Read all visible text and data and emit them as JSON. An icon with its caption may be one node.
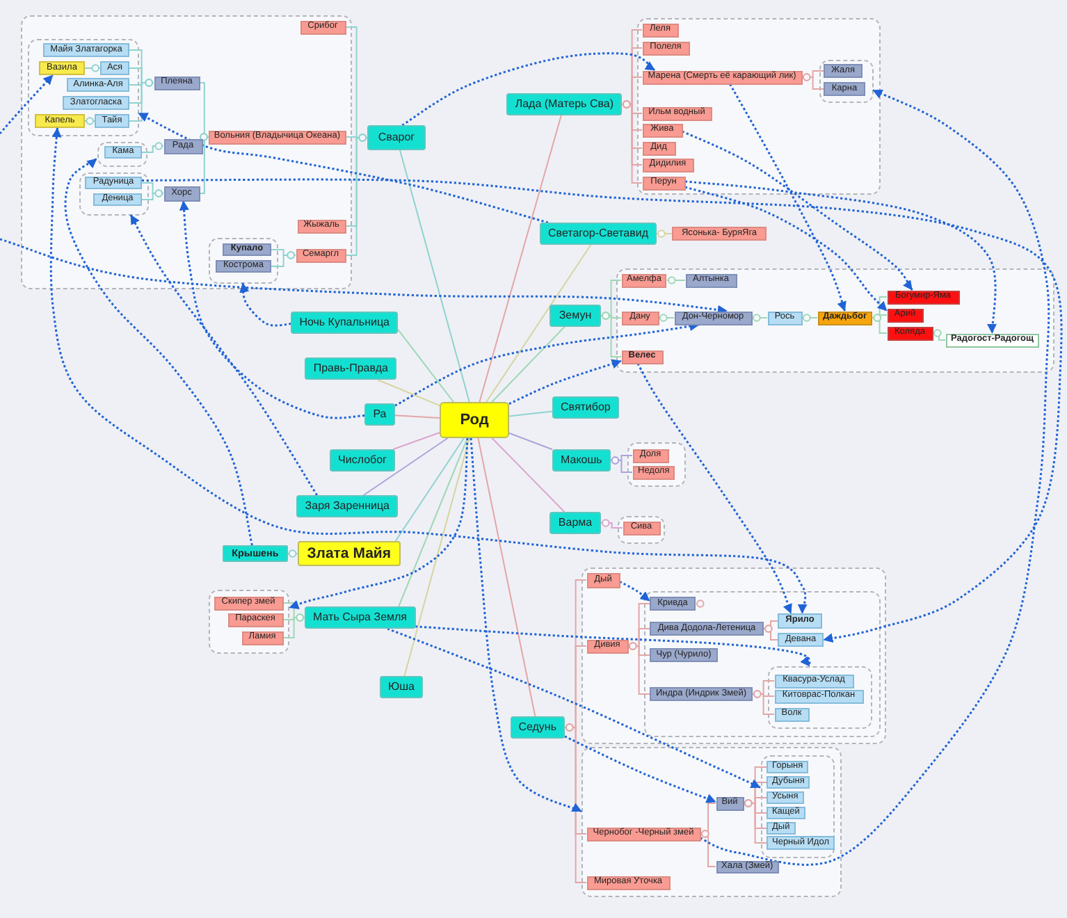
{
  "diagram": {
    "nodes": [
      {
        "text": [],
        "shape": "box"
      },
      {
        "text": [
          "Срибог"
        ],
        "in": 0
      },
      {
        "text": [],
        "shape": "box",
        "in": 0
      },
      {
        "text": [
          "Майя Златагорка"
        ],
        "in": 2
      },
      {
        "text": [
          "Вазила"
        ],
        "in": 2
      },
      {
        "text": [
          "Ася"
        ],
        "in": 2
      },
      {
        "text": [
          "Алинка-Аля"
        ],
        "in": 2
      },
      {
        "text": [
          "Плеяна"
        ],
        "in": 0
      },
      {
        "text": [
          "Златогласка"
        ],
        "in": 2
      },
      {
        "text": [
          "Капель"
        ],
        "in": 2
      },
      {
        "text": [
          "Тайя"
        ],
        "in": 2
      },
      {
        "text": [
          "Вольния (Владычица Океана)"
        ],
        "in": 0
      },
      {
        "text": [],
        "shape": "box",
        "in": 0
      },
      {
        "text": [
          "Кама"
        ],
        "in": 12
      },
      {
        "text": [
          "Рада"
        ],
        "in": 0
      },
      {
        "text": [],
        "shape": "box",
        "in": 0
      },
      {
        "text": [
          "Радуница"
        ],
        "in": 15
      },
      {
        "text": [
          "Деница"
        ],
        "in": 15
      },
      {
        "text": [
          "Хорс"
        ],
        "in": 0
      },
      {
        "text": [
          "Жыжаль"
        ],
        "in": 0
      },
      {
        "text": [],
        "shape": "box",
        "in": 0
      },
      {
        "text": [
          "Купало"
        ],
        "in": 20
      },
      {
        "text": [
          "Кострома"
        ],
        "in": 20
      },
      {
        "text": [
          "Семаргл"
        ],
        "in": 0
      },
      {
        "text": [
          "Сварог"
        ]
      },
      {
        "text": [
          "Лада (Матерь Сва)"
        ]
      },
      {
        "text": [],
        "shape": "box"
      },
      {
        "text": [
          "Леля"
        ],
        "in": 26
      },
      {
        "text": [
          "Полеля"
        ],
        "in": 26
      },
      {
        "text": [
          "Марена (Смерть её карающий лик)"
        ],
        "in": 26
      },
      {
        "text": [],
        "shape": "box",
        "in": 26
      },
      {
        "text": [
          "Жаля"
        ],
        "in": 30
      },
      {
        "text": [
          "Карна"
        ],
        "in": 30
      },
      {
        "text": [
          "Ильм водный"
        ],
        "in": 26
      },
      {
        "text": [
          "Жива"
        ],
        "in": 26
      },
      {
        "text": [
          "Дид"
        ],
        "in": 26
      },
      {
        "text": [
          "Дидилия"
        ],
        "in": 26
      },
      {
        "text": [
          "Перун"
        ],
        "in": 26
      },
      {
        "text": [
          "Светагор-Светавид"
        ]
      },
      {
        "text": [
          "Ясонька- БуряЯга"
        ]
      },
      {
        "text": [],
        "shape": "box"
      },
      {
        "text": [
          "Амелфа"
        ],
        "in": 40
      },
      {
        "text": [
          "Алтынка"
        ],
        "in": 40
      },
      {
        "text": [
          "Богумир-Яма"
        ],
        "in": 40
      },
      {
        "text": [
          "Земун"
        ]
      },
      {
        "text": [
          "Дану"
        ],
        "in": 40
      },
      {
        "text": [
          "Дон-Черномор"
        ],
        "in": 40
      },
      {
        "text": [
          "Рось"
        ],
        "in": 40
      },
      {
        "text": [
          "Даждьбог"
        ],
        "in": 40
      },
      {
        "text": [
          "Арий"
        ],
        "in": 40
      },
      {
        "text": [
          "Коляда"
        ],
        "in": 40
      },
      {
        "text": [
          "Радогост-Радогощ"
        ],
        "in": 40
      },
      {
        "text": [
          "Велес"
        ],
        "in": 40
      },
      {
        "text": [
          "Ночь Купальница"
        ]
      },
      {
        "text": [
          "Правь-Правда"
        ]
      },
      {
        "text": [
          "Ра"
        ]
      },
      {
        "text": [
          "Род"
        ]
      },
      {
        "text": [
          "Святибор"
        ]
      },
      {
        "text": [
          "Числобог"
        ]
      },
      {
        "text": [
          "Макошь"
        ]
      },
      {
        "text": [],
        "shape": "box"
      },
      {
        "text": [
          "Доля"
        ],
        "in": 60
      },
      {
        "text": [
          "Недоля"
        ],
        "in": 60
      },
      {
        "text": [
          "Заря Заренница"
        ]
      },
      {
        "text": [
          "Варма"
        ]
      },
      {
        "text": [],
        "shape": "box"
      },
      {
        "text": [
          "Сива"
        ],
        "in": 65
      },
      {
        "text": [
          "Крышень"
        ]
      },
      {
        "text": [
          "Злата Майя"
        ]
      },
      {
        "text": [],
        "shape": "box"
      },
      {
        "text": [
          "Дый"
        ],
        "in": 69
      },
      {
        "text": [],
        "shape": "box",
        "in": 69
      },
      {
        "text": [
          "Кривда"
        ],
        "in": 71
      },
      {
        "text": [
          "Ярило"
        ],
        "in": 71
      },
      {
        "text": [
          "Дива Додола-Летеница"
        ],
        "in": 71
      },
      {
        "text": [
          "Девана"
        ],
        "in": 71
      },
      {
        "text": [
          "Дивия"
        ],
        "in": 69
      },
      {
        "text": [
          "Чур (Чурило)"
        ],
        "in": 71
      },
      {
        "text": [
          "Индра (Индрик Змей)"
        ],
        "in": 71
      },
      {
        "text": [],
        "shape": "box",
        "in": 71
      },
      {
        "text": [
          "Квасура-Услад"
        ],
        "in": 79
      },
      {
        "text": [
          "Китоврас-Полкан"
        ],
        "in": 79
      },
      {
        "text": [
          "Волк"
        ],
        "in": 79
      },
      {
        "text": [],
        "shape": "box"
      },
      {
        "text": [
          "Скипер змей"
        ],
        "in": 83
      },
      {
        "text": [
          "Параскея"
        ],
        "in": 83
      },
      {
        "text": [
          "Ламия"
        ],
        "in": 83
      },
      {
        "text": [
          "Мать Сыра Земля"
        ]
      },
      {
        "text": [
          "Юша"
        ]
      },
      {
        "text": [
          "Седунь"
        ]
      },
      {
        "text": [],
        "shape": "box"
      },
      {
        "text": [],
        "shape": "box",
        "in": 90
      },
      {
        "text": [
          "Горыня"
        ],
        "in": 91
      },
      {
        "text": [
          "Дубыня"
        ],
        "in": 91
      },
      {
        "text": [
          "Вий"
        ],
        "in": 90
      },
      {
        "text": [
          "Усыня"
        ],
        "in": 91
      },
      {
        "text": [
          "Кащей"
        ],
        "in": 91
      },
      {
        "text": [
          "Дый"
        ],
        "in": 91
      },
      {
        "text": [
          "Черный Идол"
        ],
        "in": 91
      },
      {
        "text": [
          "Чернобог -Черный змей"
        ],
        "in": 90
      },
      {
        "text": [
          "Хала (Змей)"
        ],
        "in": 90
      },
      {
        "text": [
          "Мировая Уточка"
        ],
        "in": 90
      }
    ],
    "edges": [
      {
        "from": 56,
        "to": 24,
        "arrow": "none",
        "color": "#8fd3d0"
      },
      {
        "from": 56,
        "to": 25,
        "arrow": "none"
      },
      {
        "from": 56,
        "to": 38,
        "arrow": "none",
        "color": "#d6d4a0"
      },
      {
        "from": 56,
        "to": 44,
        "arrow": "none",
        "color": "#9fd8b6"
      },
      {
        "from": 56,
        "to": 57,
        "arrow": "none",
        "color": "#8fd3d0"
      },
      {
        "from": 56,
        "to": 59,
        "arrow": "none",
        "color": "#aaa5da"
      },
      {
        "from": 56,
        "to": 64,
        "arrow": "none",
        "color": "#dca4d0"
      },
      {
        "from": 56,
        "to": 53,
        "arrow": "none",
        "color": "#9fd8b6"
      },
      {
        "from": 56,
        "to": 54,
        "arrow": "none",
        "color": "#d6d4a0"
      },
      {
        "from": 56,
        "to": 55,
        "arrow": "none"
      },
      {
        "from": 56,
        "to": 58,
        "arrow": "none",
        "color": "#dca4d0"
      },
      {
        "from": 56,
        "to": 63,
        "arrow": "none",
        "color": "#aaa5da"
      },
      {
        "from": 56,
        "to": 68,
        "arrow": "none",
        "color": "#8fd3d0"
      },
      {
        "from": 56,
        "to": 87,
        "arrow": "none",
        "color": "#9fd8b6"
      },
      {
        "from": 56,
        "to": 88,
        "arrow": "none",
        "color": "#d6d4a0"
      },
      {
        "from": 56,
        "to": 89,
        "arrow": "none"
      },
      {
        "from": 24,
        "to": 1,
        "arrow": "other",
        "color": "#8fd3d0"
      },
      {
        "from": 24,
        "to": 11,
        "arrow": "other",
        "color": "#8fd3d0"
      },
      {
        "from": 24,
        "to": 19,
        "arrow": "other",
        "color": "#8fd3d0"
      },
      {
        "from": 24,
        "to": 23,
        "arrow": "other",
        "color": "#8fd3d0"
      },
      {
        "from": 11,
        "to": 7,
        "arrow": "other",
        "color": "#8fd3d0"
      },
      {
        "from": 11,
        "to": 14,
        "arrow": "other",
        "color": "#8fd3d0"
      },
      {
        "from": 11,
        "to": 18,
        "arrow": "other",
        "color": "#8fd3d0"
      },
      {
        "from": 7,
        "to": 3,
        "arrow": "other",
        "color": "#8fd3d0"
      },
      {
        "from": 7,
        "to": 5,
        "arrow": "other",
        "color": "#8fd3d0"
      },
      {
        "from": 7,
        "to": 6,
        "arrow": "other",
        "color": "#8fd3d0"
      },
      {
        "from": 7,
        "to": 8,
        "arrow": "other",
        "color": "#8fd3d0"
      },
      {
        "from": 7,
        "to": 10,
        "arrow": "other",
        "color": "#8fd3d0"
      },
      {
        "from": 5,
        "to": 4,
        "arrow": "other",
        "color": "#8fd3d0"
      },
      {
        "from": 10,
        "to": 9,
        "arrow": "other",
        "color": "#8fd3d0"
      },
      {
        "from": 14,
        "to": 13,
        "arrow": "other",
        "color": "#8fd3d0"
      },
      {
        "from": 18,
        "to": 16,
        "arrow": "other",
        "color": "#8fd3d0"
      },
      {
        "from": 18,
        "to": 17,
        "arrow": "other",
        "color": "#8fd3d0"
      },
      {
        "from": 23,
        "to": 21,
        "arrow": "other",
        "color": "#8fd3d0"
      },
      {
        "from": 23,
        "to": 22,
        "arrow": "other",
        "color": "#8fd3d0"
      },
      {
        "from": 25,
        "to": 27,
        "arrow": "other"
      },
      {
        "from": 25,
        "to": 28,
        "arrow": "other"
      },
      {
        "from": 25,
        "to": 29,
        "arrow": "other"
      },
      {
        "from": 25,
        "to": 33,
        "arrow": "other"
      },
      {
        "from": 25,
        "to": 34,
        "arrow": "other"
      },
      {
        "from": 25,
        "to": 35,
        "arrow": "other"
      },
      {
        "from": 25,
        "to": 36,
        "arrow": "other"
      },
      {
        "from": 25,
        "to": 37,
        "arrow": "other"
      },
      {
        "from": 29,
        "to": 31,
        "arrow": "other"
      },
      {
        "from": 29,
        "to": 32,
        "arrow": "other"
      },
      {
        "from": 38,
        "to": 39,
        "arrow": "other",
        "color": "#d6d4a0"
      },
      {
        "from": 44,
        "to": 41,
        "arrow": "other",
        "color": "#9fd8b6"
      },
      {
        "from": 44,
        "to": 45,
        "arrow": "other",
        "color": "#9fd8b6"
      },
      {
        "from": 44,
        "to": 52,
        "arrow": "other",
        "color": "#9fd8b6"
      },
      {
        "from": 41,
        "to": 42,
        "arrow": "other",
        "color": "#9fd8b6"
      },
      {
        "from": 45,
        "to": 46,
        "arrow": "other",
        "color": "#9fd8b6"
      },
      {
        "from": 46,
        "to": 47,
        "arrow": "other",
        "color": "#9fd8b6"
      },
      {
        "from": 47,
        "to": 48,
        "arrow": "other",
        "color": "#9fd8b6"
      },
      {
        "from": 48,
        "to": 43,
        "arrow": "other",
        "color": "#9fd8b6"
      },
      {
        "from": 48,
        "to": 49,
        "arrow": "other",
        "color": "#9fd8b6"
      },
      {
        "from": 48,
        "to": 50,
        "arrow": "other",
        "color": "#9fd8b6"
      },
      {
        "from": 50,
        "to": 51,
        "arrow": "other",
        "color": "#9fd8b6"
      },
      {
        "from": 59,
        "to": 61,
        "arrow": "other",
        "color": "#aaa5da"
      },
      {
        "from": 59,
        "to": 62,
        "arrow": "other",
        "color": "#aaa5da"
      },
      {
        "from": 64,
        "to": 66,
        "arrow": "other",
        "color": "#dca4d0"
      },
      {
        "from": 68,
        "to": 67,
        "arrow": "other",
        "color": "#8fd3d0"
      },
      {
        "from": 87,
        "to": 84,
        "arrow": "other",
        "color": "#9fd8b6"
      },
      {
        "from": 87,
        "to": 85,
        "arrow": "other",
        "color": "#9fd8b6"
      },
      {
        "from": 87,
        "to": 86,
        "arrow": "other",
        "color": "#9fd8b6"
      },
      {
        "from": 89,
        "to": 70,
        "arrow": "other"
      },
      {
        "from": 89,
        "to": 76,
        "arrow": "other"
      },
      {
        "from": 89,
        "to": 99,
        "arrow": "other"
      },
      {
        "from": 89,
        "to": 101,
        "arrow": "other"
      },
      {
        "from": 76,
        "to": 72,
        "arrow": "other"
      },
      {
        "from": 76,
        "to": 74,
        "arrow": "other"
      },
      {
        "from": 76,
        "to": 77,
        "arrow": "other"
      },
      {
        "from": 76,
        "to": 78,
        "arrow": "other"
      },
      {
        "from": 74,
        "to": 73,
        "arrow": "other"
      },
      {
        "from": 74,
        "to": 75,
        "arrow": "other"
      },
      {
        "from": 78,
        "to": 80,
        "arrow": "other"
      },
      {
        "from": 78,
        "to": 81,
        "arrow": "other"
      },
      {
        "from": 78,
        "to": 82,
        "arrow": "other"
      },
      {
        "from": 99,
        "to": 94,
        "arrow": "other"
      },
      {
        "from": 99,
        "to": 100,
        "arrow": "other"
      },
      {
        "from": 94,
        "to": 92,
        "arrow": "other"
      },
      {
        "from": 94,
        "to": 93,
        "arrow": "other"
      },
      {
        "from": 94,
        "to": 95,
        "arrow": "other"
      },
      {
        "from": 94,
        "to": 96,
        "arrow": "other"
      },
      {
        "from": 94,
        "to": 97,
        "arrow": "other"
      },
      {
        "from": 94,
        "to": 98,
        "arrow": "other"
      },
      {
        "from": 24,
        "to": 29,
        "arrow": "to",
        "style": "dashed",
        "color": "#1f63d6"
      },
      {
        "from": 99,
        "to": 30,
        "arrow": "to",
        "style": "dashed",
        "color": "#1f63d6"
      },
      {
        "from": 37,
        "to": 51,
        "arrow": "to",
        "style": "dashed",
        "color": "#1f63d6"
      },
      {
        "from": 34,
        "to": 43,
        "arrow": "to",
        "style": "dashed",
        "color": "#1f63d6"
      },
      {
        "from": 29,
        "to": 48,
        "arrow": "to",
        "style": "dashed",
        "color": "#1f63d6"
      },
      {
        "from": 37,
        "to": 49,
        "arrow": "to",
        "style": "dashed",
        "color": "#1f63d6"
      },
      {
        "from": 16,
        "to": 75,
        "arrow": "to",
        "style": "dashed",
        "color": "#1f63d6"
      },
      {
        "from": 38,
        "to": 2,
        "arrow": "to",
        "style": "dashed",
        "color": "#1f63d6"
      },
      {
        "from": null,
        "to": 4,
        "arrow": "to",
        "style": "dashed",
        "color": "#1f63d6"
      },
      {
        "from": 67,
        "to": 12,
        "arrow": "to",
        "style": "dashed",
        "color": "#1f63d6"
      },
      {
        "from": 9,
        "to": 73,
        "arrow": "both",
        "style": "dashed",
        "color": "#1f63d6"
      },
      {
        "from": 63,
        "to": 15,
        "arrow": "to",
        "style": "dashed",
        "color": "#1f63d6"
      },
      {
        "from": 55,
        "to": 18,
        "arrow": "to",
        "style": "dashed",
        "color": "#1f63d6"
      },
      {
        "from": 53,
        "to": 20,
        "arrow": "to",
        "style": "dashed",
        "color": "#1f63d6"
      },
      {
        "from": null,
        "to": 46,
        "arrow": "to",
        "style": "dashed",
        "color": "#1f63d6"
      },
      {
        "from": 55,
        "to": 46,
        "arrow": "to",
        "style": "dashed",
        "color": "#1f63d6"
      },
      {
        "from": 56,
        "to": 52,
        "arrow": "to",
        "style": "dashed",
        "color": "#1f63d6"
      },
      {
        "from": 52,
        "to": 73,
        "arrow": "to",
        "style": "dashed",
        "color": "#1f63d6"
      },
      {
        "from": 70,
        "to": 72,
        "arrow": "to",
        "style": "dashed",
        "color": "#1f63d6"
      },
      {
        "from": 87,
        "to": 79,
        "arrow": "to",
        "style": "dashed",
        "color": "#1f63d6"
      },
      {
        "from": 87,
        "to": 91,
        "arrow": "to",
        "style": "dashed",
        "color": "#1f63d6"
      },
      {
        "from": 89,
        "to": 94,
        "arrow": "to",
        "style": "dashed",
        "color": "#1f63d6"
      },
      {
        "from": 56,
        "to": 90,
        "arrow": "to",
        "style": "dashed",
        "color": "#1f63d6"
      },
      {
        "from": 56,
        "to": 83,
        "arrow": "to",
        "style": "dashed",
        "color": "#1f63d6"
      }
    ]
  }
}
